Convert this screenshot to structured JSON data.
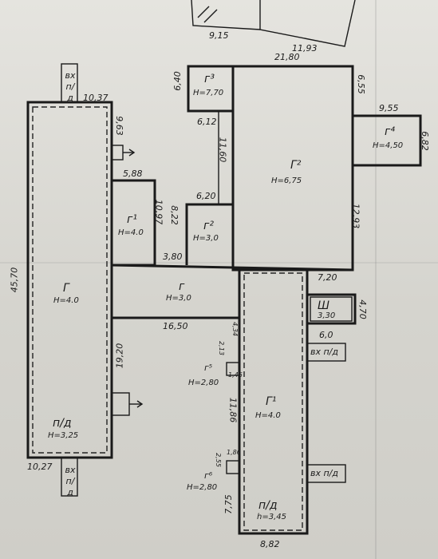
{
  "rooms": {
    "g": {
      "name": "Г",
      "height": "Н=4.0"
    },
    "g1": {
      "name": "Г¹",
      "height": "Н=4.0"
    },
    "g2": {
      "name": "Г²",
      "height": "Н=6,75"
    },
    "e": {
      "name": "г",
      "height": "Н=3,0"
    },
    "e1": {
      "name": "г¹",
      "height": "Н=4.0"
    },
    "e2": {
      "name": "г²",
      "height": "Н=3,0"
    },
    "e3": {
      "name": "г³",
      "height": "Н=7,70"
    },
    "e4": {
      "name": "г⁴",
      "height": "Н=4,50"
    },
    "e5": {
      "name": "г⁵",
      "height": "Н=2,80"
    },
    "e6": {
      "name": "г⁶",
      "height": "Н=2,80"
    },
    "sh": {
      "name": "Ш",
      "height": "3,30"
    },
    "pd1": {
      "name": "п/д",
      "height": "Н=3,25"
    },
    "pd2": {
      "name": "п/д",
      "height": "h=3,45"
    }
  },
  "entrances": {
    "top_left": "вх п/д",
    "bottom_left": "вх п/д",
    "right_upper": "вх п/д",
    "right_lower": "вх п/д"
  },
  "dimensions": {
    "d_9_15": "9,15",
    "d_11_93": "11,93",
    "d_21_80": "21,80",
    "d_6_55": "6,55",
    "d_6_40": "6,40",
    "d_10_37": "10,37",
    "d_9_55": "9,55",
    "d_6_82": "6,82",
    "d_9_63": "9,63",
    "d_6_12": "6,12",
    "d_11_60": "11,60",
    "d_5_88": "5,88",
    "d_6_20": "6,20",
    "d_10_97": "10,97",
    "d_8_22": "8,22",
    "d_12_93": "12,93",
    "d_45_70": "45,70",
    "d_3_80": "3,80",
    "d_7_20": "7,20",
    "d_4_70": "4,70",
    "d_6_0": "6,0",
    "d_16_50": "16,50",
    "d_4_34": "4,34",
    "d_2_13": "2,13",
    "d_1_46": "1,46",
    "d_19_20": "19,20",
    "d_11_86": "11,86",
    "d_1_86": "1,86",
    "d_2_55": "2,55",
    "d_10_27": "10,27",
    "d_7_75": "7,75",
    "d_8_82": "8,82"
  }
}
